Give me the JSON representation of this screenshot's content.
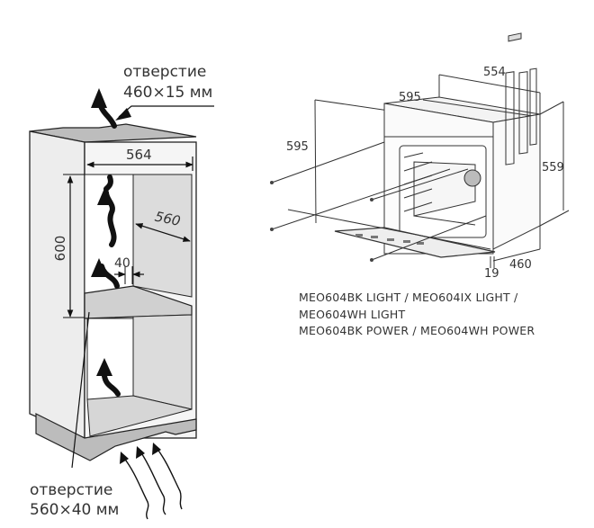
{
  "cabinet": {
    "top_vent_label": "отверстие",
    "top_vent_size": "460×15 мм",
    "bottom_vent_label": "отверстие",
    "bottom_vent_size": "560×40 мм",
    "dim_width": "564",
    "dim_depth": "560",
    "dim_height": "600",
    "dim_gap": "40"
  },
  "oven": {
    "dim_total_width": "554",
    "dim_front_width": "595",
    "dim_front_height": "595",
    "dim_body_height": "559",
    "dim_depth": "460",
    "dim_front_thickness": "19"
  },
  "models": [
    "MEO604BK LIGHT / MEO604IX LIGHT /",
    "MEO604WH LIGHT",
    "MEO604BK POWER / MEO604WH POWER"
  ]
}
